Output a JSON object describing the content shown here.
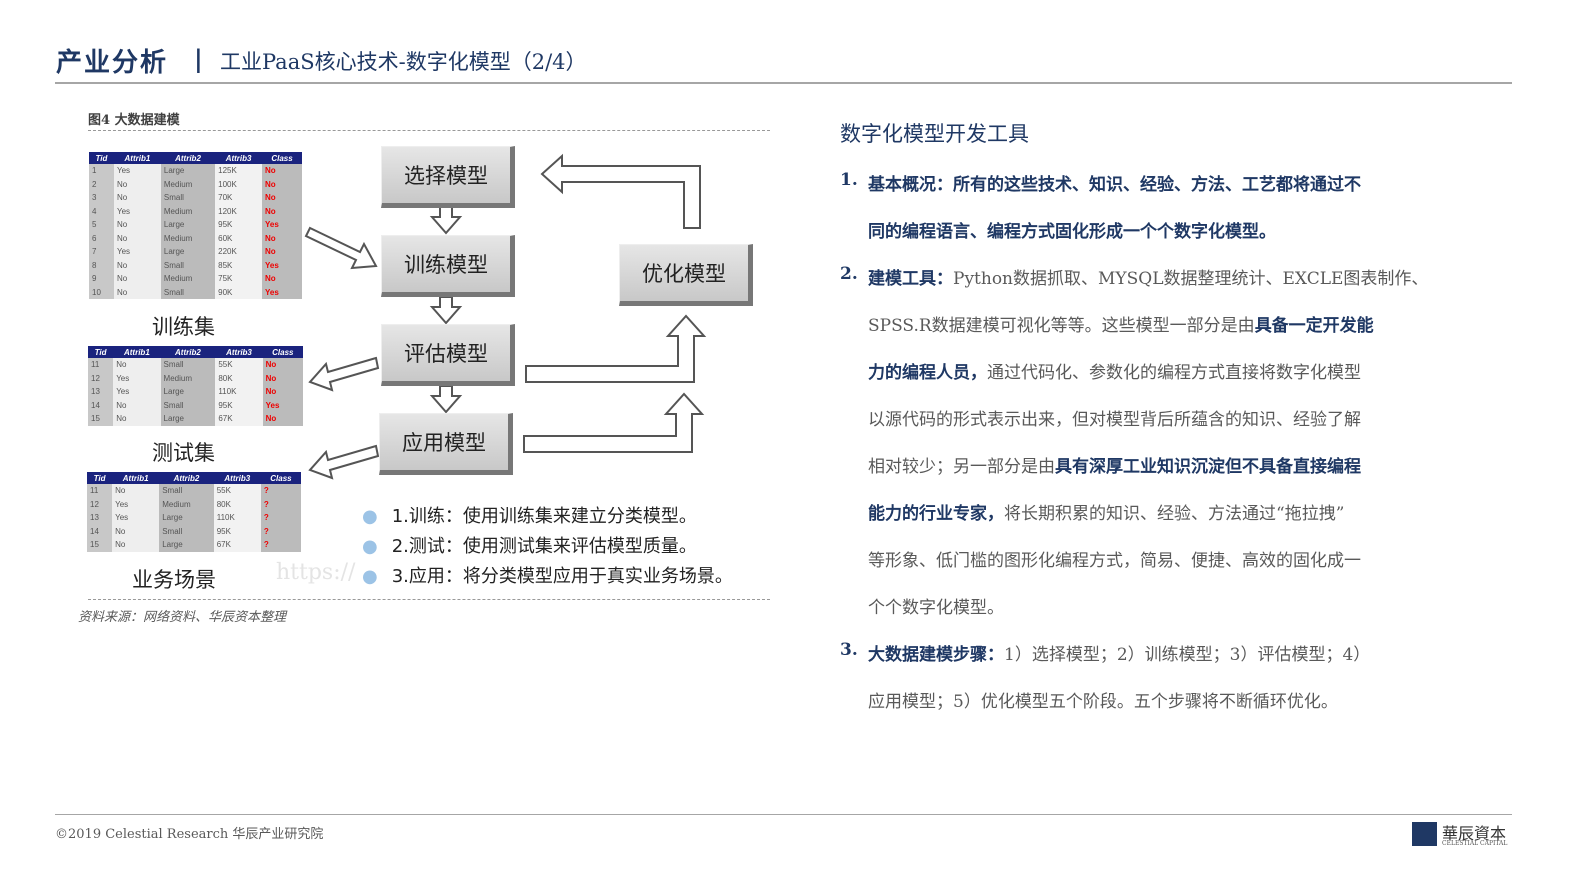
{
  "header": {
    "title": "产业分析",
    "separator": "|",
    "subtitle": "工业PaaS核心技术-数字化模型（2/4）"
  },
  "figure": {
    "label": "图4 大数据建模",
    "columns": [
      "Tid",
      "Attrib1",
      "Attrib2",
      "Attrib3",
      "Class"
    ],
    "training_set": {
      "caption": "训练集",
      "rows": [
        [
          "1",
          "Yes",
          "Large",
          "125K",
          "No"
        ],
        [
          "2",
          "No",
          "Medium",
          "100K",
          "No"
        ],
        [
          "3",
          "No",
          "Small",
          "70K",
          "No"
        ],
        [
          "4",
          "Yes",
          "Medium",
          "120K",
          "No"
        ],
        [
          "5",
          "No",
          "Large",
          "95K",
          "Yes"
        ],
        [
          "6",
          "No",
          "Medium",
          "60K",
          "No"
        ],
        [
          "7",
          "Yes",
          "Large",
          "220K",
          "No"
        ],
        [
          "8",
          "No",
          "Small",
          "85K",
          "Yes"
        ],
        [
          "9",
          "No",
          "Medium",
          "75K",
          "No"
        ],
        [
          "10",
          "No",
          "Small",
          "90K",
          "Yes"
        ]
      ]
    },
    "test_set": {
      "caption": "测试集",
      "rows": [
        [
          "11",
          "No",
          "Small",
          "55K",
          "No"
        ],
        [
          "12",
          "Yes",
          "Medium",
          "80K",
          "No"
        ],
        [
          "13",
          "Yes",
          "Large",
          "110K",
          "No"
        ],
        [
          "14",
          "No",
          "Small",
          "95K",
          "Yes"
        ],
        [
          "15",
          "No",
          "Large",
          "67K",
          "No"
        ]
      ]
    },
    "business_set": {
      "caption": "业务场景",
      "rows": [
        [
          "11",
          "No",
          "Small",
          "55K",
          "?"
        ],
        [
          "12",
          "Yes",
          "Medium",
          "80K",
          "?"
        ],
        [
          "13",
          "Yes",
          "Large",
          "110K",
          "?"
        ],
        [
          "14",
          "No",
          "Small",
          "95K",
          "?"
        ],
        [
          "15",
          "No",
          "Large",
          "67K",
          "?"
        ]
      ]
    },
    "steps": {
      "select": "选择模型",
      "train": "训练模型",
      "evaluate": "评估模型",
      "apply": "应用模型",
      "optimize": "优化模型"
    },
    "notes": [
      "1.训练：使用训练集来建立分类模型。",
      "2.测试：使用测试集来评估模型质量。",
      "3.应用：将分类模型应用于真实业务场景。"
    ],
    "watermark": "https://",
    "source": "资料来源：网络资料、华辰资本整理"
  },
  "right": {
    "heading": "数字化模型开发工具",
    "items": [
      {
        "num": "1.",
        "lines": [
          [
            {
              "t": "基本概况：所有的这些技术、知识、经验、方法、工艺都将通过不",
              "b": true
            }
          ],
          [
            {
              "t": "同的编程语言、编程方式固化形成一个个数字化模型。",
              "b": true
            }
          ]
        ]
      },
      {
        "num": "2.",
        "lines": [
          [
            {
              "t": "建模工具：",
              "b": true
            },
            {
              "t": "Python数据抓取、MYSQL数据整理统计、EXCLE图表制作、"
            }
          ],
          [
            {
              "t": "SPSS.R数据建模可视化等等。这些模型一部分是由"
            },
            {
              "t": "具备一定开发能",
              "b": true
            }
          ],
          [
            {
              "t": "力的编程人员，",
              "b": true
            },
            {
              "t": "通过代码化、参数化的编程方式直接将数字化模型"
            }
          ],
          [
            {
              "t": "以源代码的形式表示出来，但对模型背后所蕴含的知识、经验了解"
            }
          ],
          [
            {
              "t": "相对较少；另一部分是由"
            },
            {
              "t": "具有深厚工业知识沉淀但不具备直接编程",
              "b": true
            }
          ],
          [
            {
              "t": "能力的行业专家，",
              "b": true
            },
            {
              "t": "将长期积累的知识、经验、方法通过“拖拉拽”"
            }
          ],
          [
            {
              "t": "等形象、低门槛的图形化编程方式，简易、便捷、高效的固化成一"
            }
          ],
          [
            {
              "t": "个个数字化模型。"
            }
          ]
        ]
      },
      {
        "num": "3.",
        "lines": [
          [
            {
              "t": "大数据建模步骤：",
              "b": true
            },
            {
              "t": "1）选择模型；2）训练模型；3）评估模型；4）"
            }
          ],
          [
            {
              "t": "应用模型；5）优化模型五个阶段。五个步骤将不断循环优化。"
            }
          ]
        ]
      }
    ]
  },
  "footer": {
    "copyright": "©2019 Celestial Research 华辰产业研究院",
    "logo_text": "華辰資本",
    "logo_sub": "CELESTIAL CAPITAL"
  },
  "colors": {
    "brand": "#1f3864",
    "body": "#595959",
    "table_header": "#1a237e",
    "class_value": "#e00000"
  }
}
